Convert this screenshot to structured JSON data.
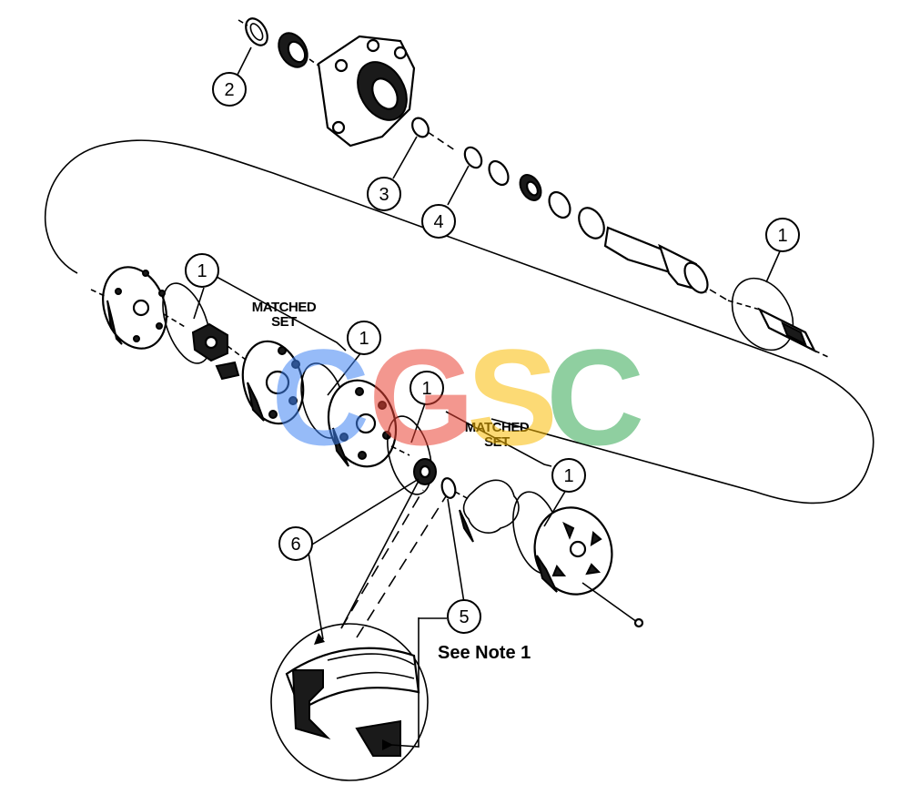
{
  "callouts": [
    {
      "id": "c2",
      "label": "2"
    },
    {
      "id": "c3",
      "label": "3"
    },
    {
      "id": "c4",
      "label": "4"
    },
    {
      "id": "c1a",
      "label": "1"
    },
    {
      "id": "c1b",
      "label": "1"
    },
    {
      "id": "c1c",
      "label": "1"
    },
    {
      "id": "c1d",
      "label": "1"
    },
    {
      "id": "c1e",
      "label": "1"
    },
    {
      "id": "c6",
      "label": "6"
    },
    {
      "id": "c5",
      "label": "5"
    }
  ],
  "labels": {
    "matched_set_upper": {
      "line1": "MATCHED",
      "line2": "SET"
    },
    "matched_set_lower": {
      "line1": "MATCHED",
      "line2": "SET"
    },
    "see_note": "See Note 1"
  },
  "watermark": {
    "text": "CGSC",
    "letters": [
      "C",
      "G",
      "S",
      "C"
    ],
    "colors": [
      "#4285F4",
      "#EA4335",
      "#FBBC05",
      "#34A853"
    ]
  }
}
